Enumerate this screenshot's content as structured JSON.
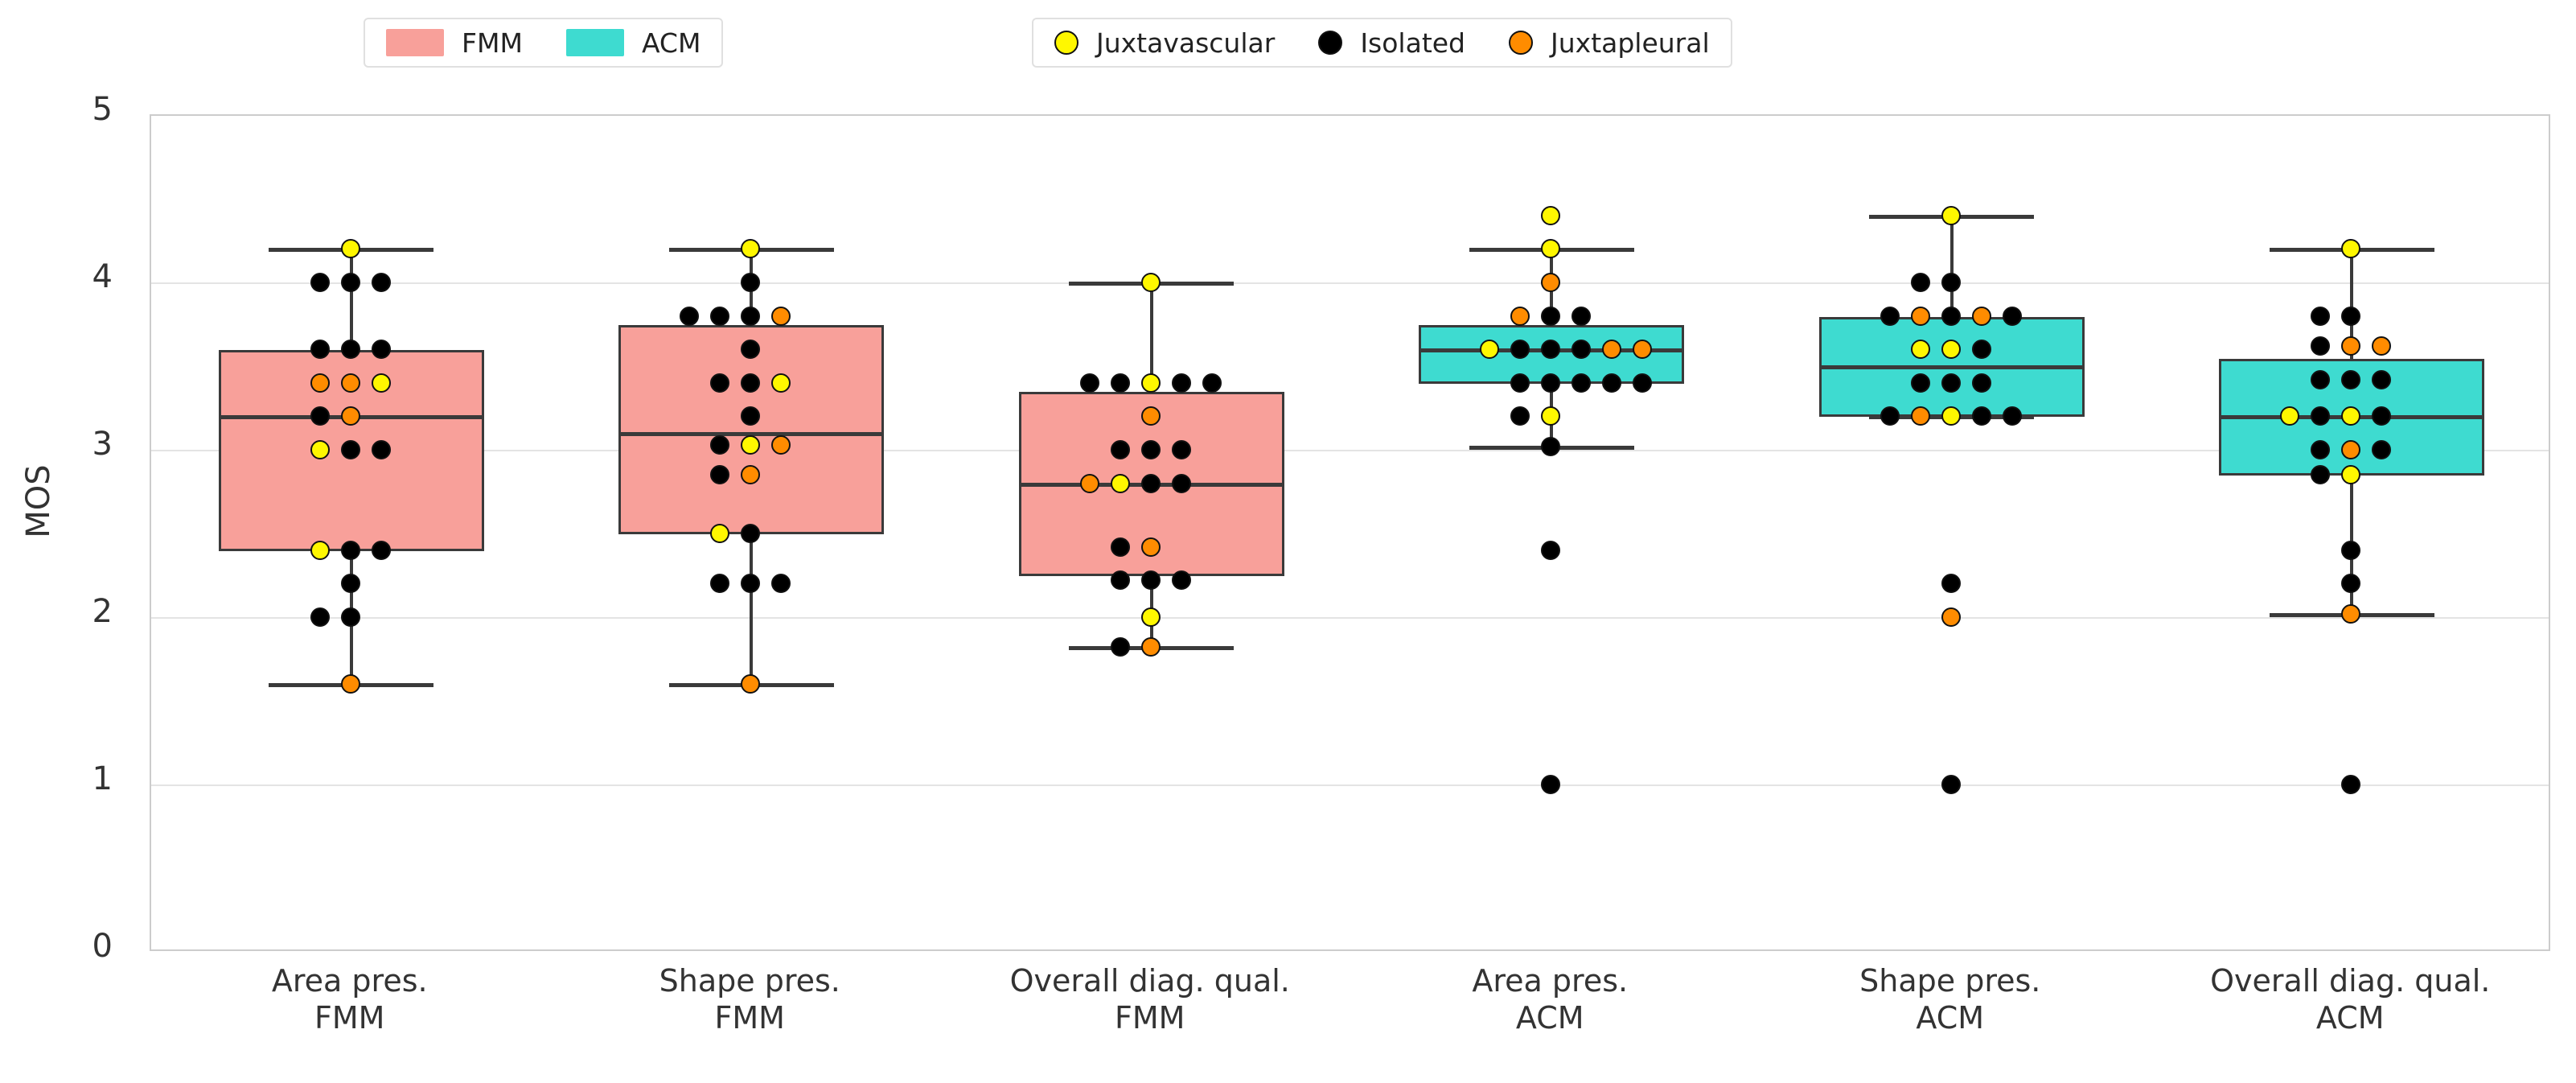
{
  "chart_data": {
    "type": "box",
    "title": "",
    "xlabel": "",
    "ylabel": "MOS",
    "ylim": [
      0,
      5
    ],
    "yticks": [
      0,
      1,
      2,
      3,
      4,
      5
    ],
    "grid": true,
    "categories": [
      {
        "line1": "Area pres.",
        "line2": "FMM"
      },
      {
        "line1": "Shape pres.",
        "line2": "FMM"
      },
      {
        "line1": "Overall diag. qual.",
        "line2": "FMM"
      },
      {
        "line1": "Area pres.",
        "line2": "ACM"
      },
      {
        "line1": "Shape pres.",
        "line2": "ACM"
      },
      {
        "line1": "Overall diag. qual.",
        "line2": "ACM"
      }
    ],
    "legend_method": {
      "position": "upper-left",
      "entries": [
        {
          "label": "FMM",
          "color": "#F8A09A",
          "icon": "color-patch"
        },
        {
          "label": "ACM",
          "color": "#3EDBD0",
          "icon": "color-patch"
        }
      ]
    },
    "legend_nodule": {
      "position": "upper-center",
      "entries": [
        {
          "label": "Juxtavascular",
          "color": "#FFF700",
          "icon": "dot-marker"
        },
        {
          "label": "Isolated",
          "color": "#000000",
          "icon": "dot-marker"
        },
        {
          "label": "Juxtapleural",
          "color": "#FF8C00",
          "icon": "dot-marker"
        }
      ]
    },
    "boxes": [
      {
        "name": "Area pres. FMM",
        "group": "FMM",
        "fill": "#F8A09A",
        "q1": 2.4,
        "median": 3.2,
        "q3": 3.6,
        "whisker_low": 1.6,
        "whisker_high": 4.2,
        "outliers": [],
        "points": [
          {
            "value": 4.2,
            "type": "Juxtavascular",
            "offset": 0
          },
          {
            "value": 4.0,
            "type": "Isolated",
            "offset": -1
          },
          {
            "value": 4.0,
            "type": "Isolated",
            "offset": 0
          },
          {
            "value": 4.0,
            "type": "Isolated",
            "offset": 1
          },
          {
            "value": 3.6,
            "type": "Isolated",
            "offset": -1
          },
          {
            "value": 3.6,
            "type": "Isolated",
            "offset": 0
          },
          {
            "value": 3.6,
            "type": "Isolated",
            "offset": 1
          },
          {
            "value": 3.4,
            "type": "Juxtapleural",
            "offset": -1
          },
          {
            "value": 3.4,
            "type": "Juxtapleural",
            "offset": 0
          },
          {
            "value": 3.4,
            "type": "Juxtavascular",
            "offset": 1
          },
          {
            "value": 3.2,
            "type": "Isolated",
            "offset": -1
          },
          {
            "value": 3.2,
            "type": "Juxtapleural",
            "offset": 0
          },
          {
            "value": 3.0,
            "type": "Juxtavascular",
            "offset": -1
          },
          {
            "value": 3.0,
            "type": "Isolated",
            "offset": 0
          },
          {
            "value": 3.0,
            "type": "Isolated",
            "offset": 1
          },
          {
            "value": 2.4,
            "type": "Juxtavascular",
            "offset": -1
          },
          {
            "value": 2.4,
            "type": "Isolated",
            "offset": 0
          },
          {
            "value": 2.4,
            "type": "Isolated",
            "offset": 1
          },
          {
            "value": 2.2,
            "type": "Isolated",
            "offset": 0
          },
          {
            "value": 2.0,
            "type": "Isolated",
            "offset": -1
          },
          {
            "value": 2.0,
            "type": "Isolated",
            "offset": 0
          },
          {
            "value": 1.6,
            "type": "Juxtapleural",
            "offset": 0
          }
        ]
      },
      {
        "name": "Shape pres. FMM",
        "group": "FMM",
        "fill": "#F8A09A",
        "q1": 2.5,
        "median": 3.1,
        "q3": 3.75,
        "whisker_low": 1.6,
        "whisker_high": 4.2,
        "outliers": [],
        "points": [
          {
            "value": 4.2,
            "type": "Juxtavascular",
            "offset": 0
          },
          {
            "value": 4.0,
            "type": "Isolated",
            "offset": 0
          },
          {
            "value": 3.8,
            "type": "Isolated",
            "offset": -2
          },
          {
            "value": 3.8,
            "type": "Isolated",
            "offset": -1
          },
          {
            "value": 3.8,
            "type": "Isolated",
            "offset": 0
          },
          {
            "value": 3.8,
            "type": "Juxtapleural",
            "offset": 1
          },
          {
            "value": 3.6,
            "type": "Isolated",
            "offset": 0
          },
          {
            "value": 3.4,
            "type": "Isolated",
            "offset": -1
          },
          {
            "value": 3.4,
            "type": "Isolated",
            "offset": 0
          },
          {
            "value": 3.4,
            "type": "Juxtavascular",
            "offset": 1
          },
          {
            "value": 3.2,
            "type": "Isolated",
            "offset": 0
          },
          {
            "value": 3.03,
            "type": "Isolated",
            "offset": -1
          },
          {
            "value": 3.03,
            "type": "Juxtavascular",
            "offset": 0
          },
          {
            "value": 3.03,
            "type": "Juxtapleural",
            "offset": 1
          },
          {
            "value": 2.85,
            "type": "Isolated",
            "offset": -1
          },
          {
            "value": 2.85,
            "type": "Juxtapleural",
            "offset": 0
          },
          {
            "value": 2.5,
            "type": "Juxtavascular",
            "offset": -1
          },
          {
            "value": 2.5,
            "type": "Isolated",
            "offset": 0
          },
          {
            "value": 2.2,
            "type": "Isolated",
            "offset": -1
          },
          {
            "value": 2.2,
            "type": "Isolated",
            "offset": 0
          },
          {
            "value": 2.2,
            "type": "Isolated",
            "offset": 1
          },
          {
            "value": 1.6,
            "type": "Juxtapleural",
            "offset": 0
          }
        ]
      },
      {
        "name": "Overall diag. qual. FMM",
        "group": "FMM",
        "fill": "#F8A09A",
        "q1": 2.25,
        "median": 2.8,
        "q3": 3.35,
        "whisker_low": 1.82,
        "whisker_high": 4.0,
        "outliers": [],
        "points": [
          {
            "value": 4.0,
            "type": "Juxtavascular",
            "offset": 0
          },
          {
            "value": 3.4,
            "type": "Isolated",
            "offset": -2
          },
          {
            "value": 3.4,
            "type": "Isolated",
            "offset": -1
          },
          {
            "value": 3.4,
            "type": "Juxtavascular",
            "offset": 0
          },
          {
            "value": 3.4,
            "type": "Isolated",
            "offset": 1
          },
          {
            "value": 3.4,
            "type": "Isolated",
            "offset": 2
          },
          {
            "value": 3.2,
            "type": "Juxtapleural",
            "offset": 0
          },
          {
            "value": 3.0,
            "type": "Isolated",
            "offset": -1
          },
          {
            "value": 3.0,
            "type": "Isolated",
            "offset": 0
          },
          {
            "value": 3.0,
            "type": "Isolated",
            "offset": 1
          },
          {
            "value": 2.8,
            "type": "Juxtapleural",
            "offset": -2
          },
          {
            "value": 2.8,
            "type": "Juxtavascular",
            "offset": -1
          },
          {
            "value": 2.8,
            "type": "Isolated",
            "offset": 0
          },
          {
            "value": 2.8,
            "type": "Isolated",
            "offset": 1
          },
          {
            "value": 2.42,
            "type": "Isolated",
            "offset": -1
          },
          {
            "value": 2.42,
            "type": "Juxtapleural",
            "offset": 0
          },
          {
            "value": 2.22,
            "type": "Isolated",
            "offset": -1
          },
          {
            "value": 2.22,
            "type": "Isolated",
            "offset": 0
          },
          {
            "value": 2.22,
            "type": "Isolated",
            "offset": 1
          },
          {
            "value": 2.0,
            "type": "Juxtavascular",
            "offset": 0
          },
          {
            "value": 1.82,
            "type": "Isolated",
            "offset": -1
          },
          {
            "value": 1.82,
            "type": "Juxtapleural",
            "offset": 0
          }
        ]
      },
      {
        "name": "Area pres. ACM",
        "group": "ACM",
        "fill": "#3EDBD0",
        "q1": 3.4,
        "median": 3.6,
        "q3": 3.75,
        "whisker_low": 3.02,
        "whisker_high": 4.2,
        "outliers": [
          {
            "value": 2.4,
            "type": "Isolated"
          },
          {
            "value": 1.0,
            "type": "Isolated"
          }
        ],
        "points": [
          {
            "value": 4.4,
            "type": "Juxtavascular",
            "offset": 0
          },
          {
            "value": 4.2,
            "type": "Juxtavascular",
            "offset": 0
          },
          {
            "value": 4.0,
            "type": "Juxtapleural",
            "offset": 0
          },
          {
            "value": 3.8,
            "type": "Juxtapleural",
            "offset": -1
          },
          {
            "value": 3.8,
            "type": "Isolated",
            "offset": 0
          },
          {
            "value": 3.8,
            "type": "Isolated",
            "offset": 1
          },
          {
            "value": 3.6,
            "type": "Juxtavascular",
            "offset": -2
          },
          {
            "value": 3.6,
            "type": "Isolated",
            "offset": -1
          },
          {
            "value": 3.6,
            "type": "Isolated",
            "offset": 0
          },
          {
            "value": 3.6,
            "type": "Isolated",
            "offset": 1
          },
          {
            "value": 3.6,
            "type": "Juxtapleural",
            "offset": 2
          },
          {
            "value": 3.6,
            "type": "Juxtapleural",
            "offset": 3
          },
          {
            "value": 3.4,
            "type": "Isolated",
            "offset": -1
          },
          {
            "value": 3.4,
            "type": "Isolated",
            "offset": 0
          },
          {
            "value": 3.4,
            "type": "Isolated",
            "offset": 1
          },
          {
            "value": 3.4,
            "type": "Isolated",
            "offset": 2
          },
          {
            "value": 3.4,
            "type": "Isolated",
            "offset": 3
          },
          {
            "value": 3.2,
            "type": "Isolated",
            "offset": -1
          },
          {
            "value": 3.2,
            "type": "Juxtavascular",
            "offset": 0
          },
          {
            "value": 3.02,
            "type": "Isolated",
            "offset": 0
          }
        ]
      },
      {
        "name": "Shape pres. ACM",
        "group": "ACM",
        "fill": "#3EDBD0",
        "q1": 3.2,
        "median": 3.5,
        "q3": 3.8,
        "whisker_low": 3.2,
        "whisker_high": 4.4,
        "outliers": [
          {
            "value": 2.2,
            "type": "Isolated"
          },
          {
            "value": 2.0,
            "type": "Juxtapleural"
          },
          {
            "value": 1.0,
            "type": "Isolated"
          }
        ],
        "points": [
          {
            "value": 4.4,
            "type": "Juxtavascular",
            "offset": 0
          },
          {
            "value": 4.0,
            "type": "Isolated",
            "offset": -1
          },
          {
            "value": 4.0,
            "type": "Isolated",
            "offset": 0
          },
          {
            "value": 3.8,
            "type": "Isolated",
            "offset": -2
          },
          {
            "value": 3.8,
            "type": "Juxtapleural",
            "offset": -1
          },
          {
            "value": 3.8,
            "type": "Isolated",
            "offset": 0
          },
          {
            "value": 3.8,
            "type": "Juxtapleural",
            "offset": 1
          },
          {
            "value": 3.8,
            "type": "Isolated",
            "offset": 2
          },
          {
            "value": 3.6,
            "type": "Juxtavascular",
            "offset": -1
          },
          {
            "value": 3.6,
            "type": "Juxtavascular",
            "offset": 0
          },
          {
            "value": 3.6,
            "type": "Isolated",
            "offset": 1
          },
          {
            "value": 3.4,
            "type": "Isolated",
            "offset": -1
          },
          {
            "value": 3.4,
            "type": "Isolated",
            "offset": 0
          },
          {
            "value": 3.4,
            "type": "Isolated",
            "offset": 1
          },
          {
            "value": 3.2,
            "type": "Isolated",
            "offset": -2
          },
          {
            "value": 3.2,
            "type": "Juxtapleural",
            "offset": -1
          },
          {
            "value": 3.2,
            "type": "Juxtavascular",
            "offset": 0
          },
          {
            "value": 3.2,
            "type": "Isolated",
            "offset": 1
          },
          {
            "value": 3.2,
            "type": "Isolated",
            "offset": 2
          }
        ]
      },
      {
        "name": "Overall diag. qual. ACM",
        "group": "ACM",
        "fill": "#3EDBD0",
        "q1": 2.85,
        "median": 3.2,
        "q3": 3.55,
        "whisker_low": 2.02,
        "whisker_high": 4.2,
        "outliers": [
          {
            "value": 1.0,
            "type": "Isolated"
          }
        ],
        "points": [
          {
            "value": 4.2,
            "type": "Juxtavascular",
            "offset": 0
          },
          {
            "value": 3.8,
            "type": "Isolated",
            "offset": -1
          },
          {
            "value": 3.8,
            "type": "Isolated",
            "offset": 0
          },
          {
            "value": 3.62,
            "type": "Isolated",
            "offset": -1
          },
          {
            "value": 3.62,
            "type": "Juxtapleural",
            "offset": 0
          },
          {
            "value": 3.62,
            "type": "Juxtapleural",
            "offset": 1
          },
          {
            "value": 3.42,
            "type": "Isolated",
            "offset": -1
          },
          {
            "value": 3.42,
            "type": "Isolated",
            "offset": 0
          },
          {
            "value": 3.42,
            "type": "Isolated",
            "offset": 1
          },
          {
            "value": 3.2,
            "type": "Juxtavascular",
            "offset": -2
          },
          {
            "value": 3.2,
            "type": "Isolated",
            "offset": -1
          },
          {
            "value": 3.2,
            "type": "Juxtavascular",
            "offset": 0
          },
          {
            "value": 3.2,
            "type": "Isolated",
            "offset": 1
          },
          {
            "value": 3.0,
            "type": "Isolated",
            "offset": -1
          },
          {
            "value": 3.0,
            "type": "Juxtapleural",
            "offset": 0
          },
          {
            "value": 3.0,
            "type": "Isolated",
            "offset": 1
          },
          {
            "value": 2.85,
            "type": "Isolated",
            "offset": -1
          },
          {
            "value": 2.85,
            "type": "Juxtavascular",
            "offset": 0
          },
          {
            "value": 2.4,
            "type": "Isolated",
            "offset": 0
          },
          {
            "value": 2.2,
            "type": "Isolated",
            "offset": 0
          },
          {
            "value": 2.02,
            "type": "Juxtapleural",
            "offset": 0
          }
        ]
      }
    ]
  }
}
